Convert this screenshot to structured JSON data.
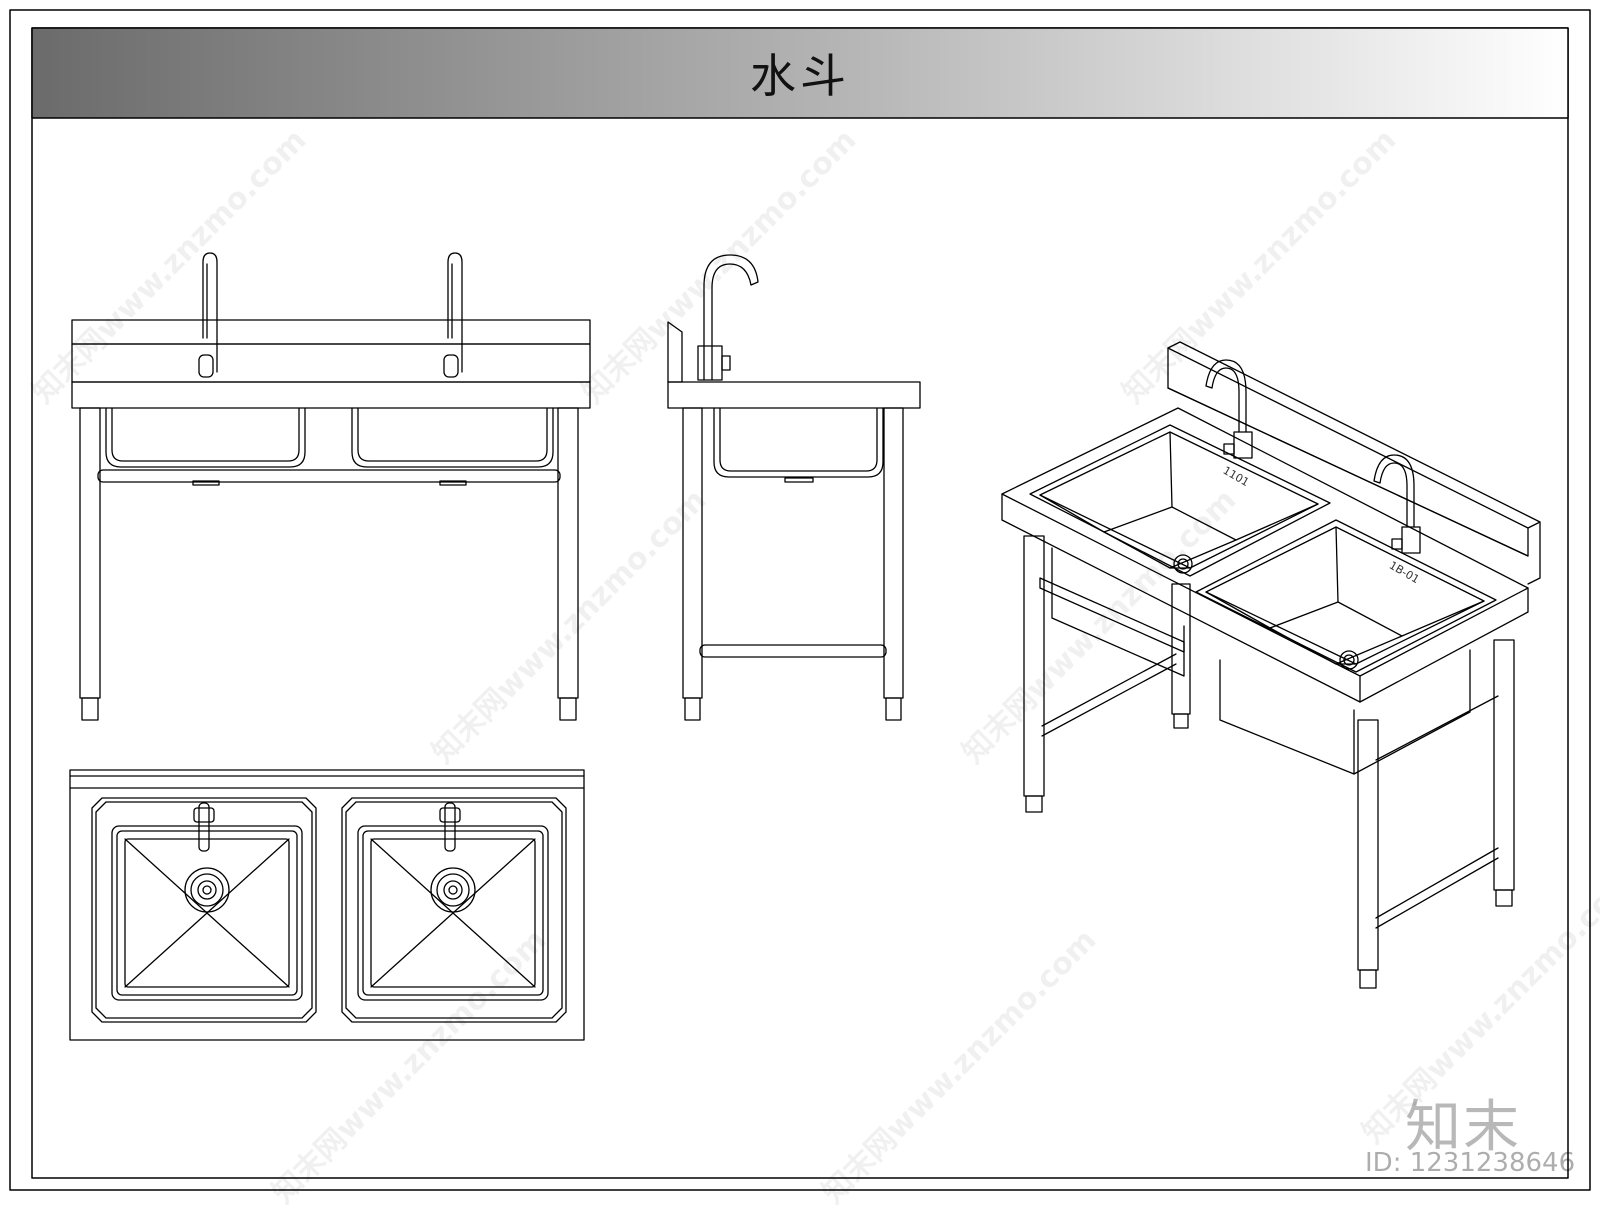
{
  "title": "水斗",
  "watermarks": [
    {
      "text": "知末网www.znzmo.com"
    },
    {
      "text": "知末网www.znzmo.com"
    },
    {
      "text": "知末网www.znzmo.com"
    },
    {
      "text": "知末网www.znzmo.com"
    },
    {
      "text": "知末网www.znzmo.com"
    },
    {
      "text": "知末网www.znzmo.com"
    },
    {
      "text": "知末网www.znzmo.com"
    },
    {
      "text": "知末网www.znzmo.com"
    }
  ],
  "brand": {
    "logo": "知末",
    "id": "ID: 1231238646"
  },
  "labels": {
    "tap_left": "1101",
    "tap_right": "1B-01"
  },
  "colors": {
    "line": "#000000",
    "title_bar_dark": "#6b6b6b",
    "title_bar_light": "#ffffff",
    "background": "#ffffff"
  }
}
